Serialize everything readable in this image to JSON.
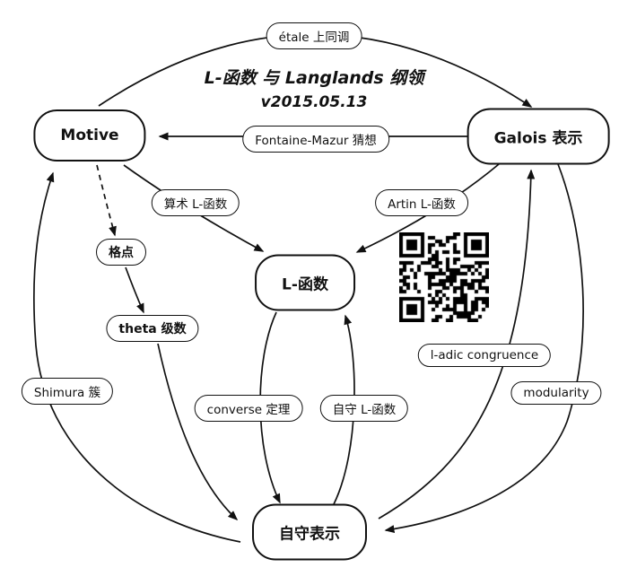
{
  "title": {
    "line1": "L-函数 与 Langlands 纲领",
    "line2": "v2015.05.13"
  },
  "nodes": {
    "motive": "Motive",
    "galois": "Galois 表示",
    "lfunction": "L-函数",
    "automorphic": "自守表示",
    "lattice": "格点",
    "theta": "theta 级数"
  },
  "edge_labels": {
    "etale": "étale 上同调",
    "fontaine_mazur": "Fontaine-Mazur 猜想",
    "arith_l": "算术 L-函数",
    "artin_l": "Artin L-函数",
    "shimura": "Shimura 簇",
    "converse": "converse 定理",
    "auto_l": "自守 L-函数",
    "ladic": "l-adic congruence",
    "modularity": "modularity"
  },
  "icons": {
    "qr": "qr-code"
  },
  "colors": {
    "ink": "#111111",
    "background": "#ffffff"
  }
}
